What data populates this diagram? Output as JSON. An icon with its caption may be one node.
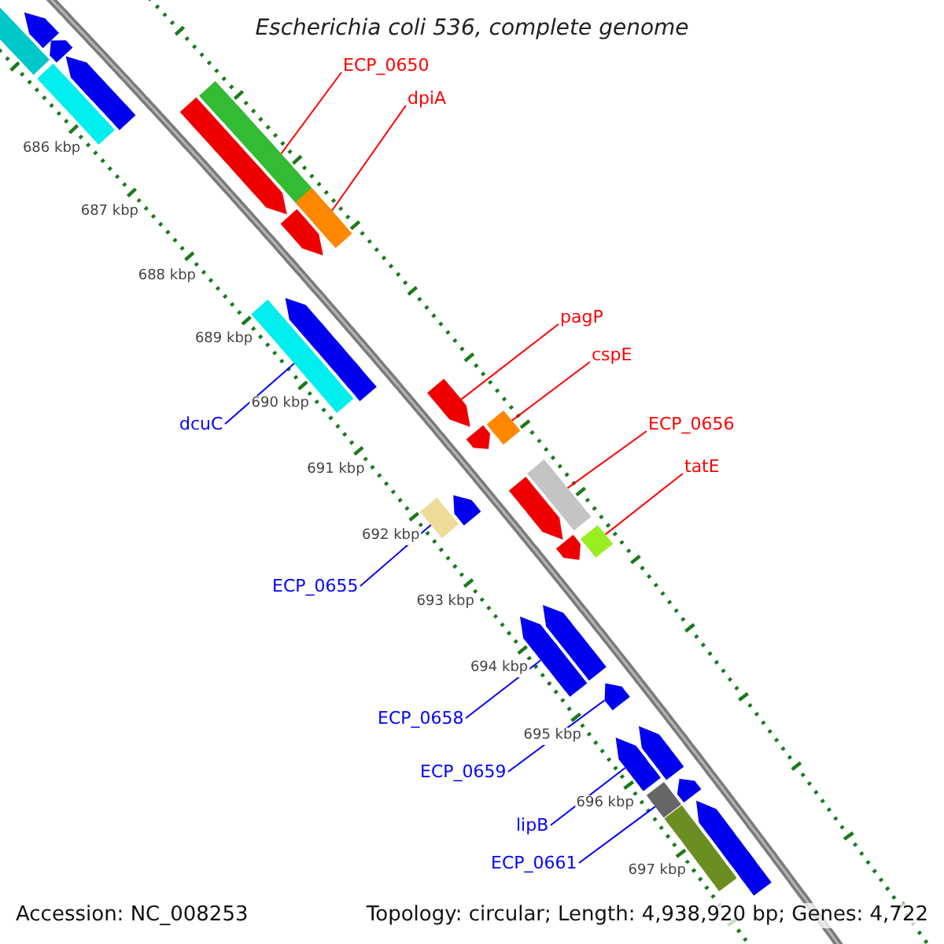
{
  "diagram": {
    "title": "Escherichia coli 536, complete genome",
    "nodes": [
      {
        "text": [
          "ECP_0650"
        ]
      },
      {
        "text": [
          "dpiA"
        ]
      },
      {
        "text": [
          "pagP"
        ]
      },
      {
        "text": [
          "cspE"
        ]
      },
      {
        "text": [
          "ECP_0656"
        ]
      },
      {
        "text": [
          "tatE"
        ]
      },
      {
        "text": [
          "dcuC"
        ]
      },
      {
        "text": [
          "ECP_0655"
        ]
      },
      {
        "text": [
          "ECP_0658"
        ]
      },
      {
        "text": [
          "ECP_0659"
        ]
      },
      {
        "text": [
          "lipB"
        ]
      },
      {
        "text": [
          "ECP_0661"
        ]
      },
      {
        "text": [],
        "shape": "box"
      },
      {
        "text": [],
        "shape": "arrow"
      },
      {
        "text": [],
        "shape": "arrow"
      },
      {
        "text": [],
        "shape": "box"
      },
      {
        "text": [],
        "shape": "arrow"
      },
      {
        "text": [],
        "shape": "arrow"
      },
      {
        "text": [],
        "shape": "box"
      },
      {
        "text": [],
        "shape": "box"
      },
      {
        "text": [],
        "shape": "arrow"
      },
      {
        "text": [],
        "shape": "box"
      },
      {
        "text": [],
        "shape": "arrow"
      },
      {
        "text": [],
        "shape": "arrow"
      },
      {
        "text": [],
        "shape": "arrow"
      },
      {
        "text": [],
        "shape": "box"
      },
      {
        "text": [],
        "shape": "box"
      },
      {
        "text": [],
        "shape": "arrow"
      },
      {
        "text": [],
        "shape": "box"
      },
      {
        "text": [],
        "shape": "arrow"
      },
      {
        "text": [],
        "shape": "arrow"
      },
      {
        "text": [],
        "shape": "box"
      },
      {
        "text": [],
        "shape": "arrow"
      },
      {
        "text": [],
        "shape": "arrow"
      },
      {
        "text": [],
        "shape": "arrow"
      },
      {
        "text": [],
        "shape": "arrow"
      },
      {
        "text": [],
        "shape": "arrow"
      },
      {
        "text": [],
        "shape": "box"
      },
      {
        "text": [],
        "shape": "arrow"
      },
      {
        "text": [],
        "shape": "box"
      },
      {
        "text": [],
        "shape": "arrow"
      }
    ],
    "edges": [
      {
        "from": 0,
        "to": 18,
        "arrow": "none"
      },
      {
        "from": 1,
        "to": 19,
        "arrow": "none"
      },
      {
        "from": 2,
        "to": 23,
        "arrow": "none"
      },
      {
        "from": 3,
        "to": 25,
        "arrow": "none"
      },
      {
        "from": 4,
        "to": 28,
        "arrow": "none"
      },
      {
        "from": 5,
        "to": 31,
        "arrow": "none"
      },
      {
        "from": 6,
        "to": 21,
        "arrow": "none",
        "color": "#0000ff"
      },
      {
        "from": 7,
        "to": 26,
        "arrow": "none",
        "color": "#0000ff"
      },
      {
        "from": 8,
        "to": 32,
        "arrow": "none",
        "color": "#0000ff"
      },
      {
        "from": 9,
        "to": 34,
        "arrow": "none",
        "color": "#0000ff"
      },
      {
        "from": 10,
        "to": 35,
        "arrow": "none",
        "color": "#0000ff"
      },
      {
        "from": 11,
        "to": 37,
        "arrow": "none",
        "color": "#0000ff"
      }
    ],
    "labels": [
      "686 kbp",
      "687 kbp",
      "688 kbp",
      "689 kbp",
      "690 kbp",
      "691 kbp",
      "692 kbp",
      "693 kbp",
      "694 kbp",
      "695 kbp",
      "696 kbp",
      "697 kbp",
      "Accession: NC_008253",
      "Topology: circular; Length: 4,938,920 bp; Genes: 4,722"
    ]
  }
}
